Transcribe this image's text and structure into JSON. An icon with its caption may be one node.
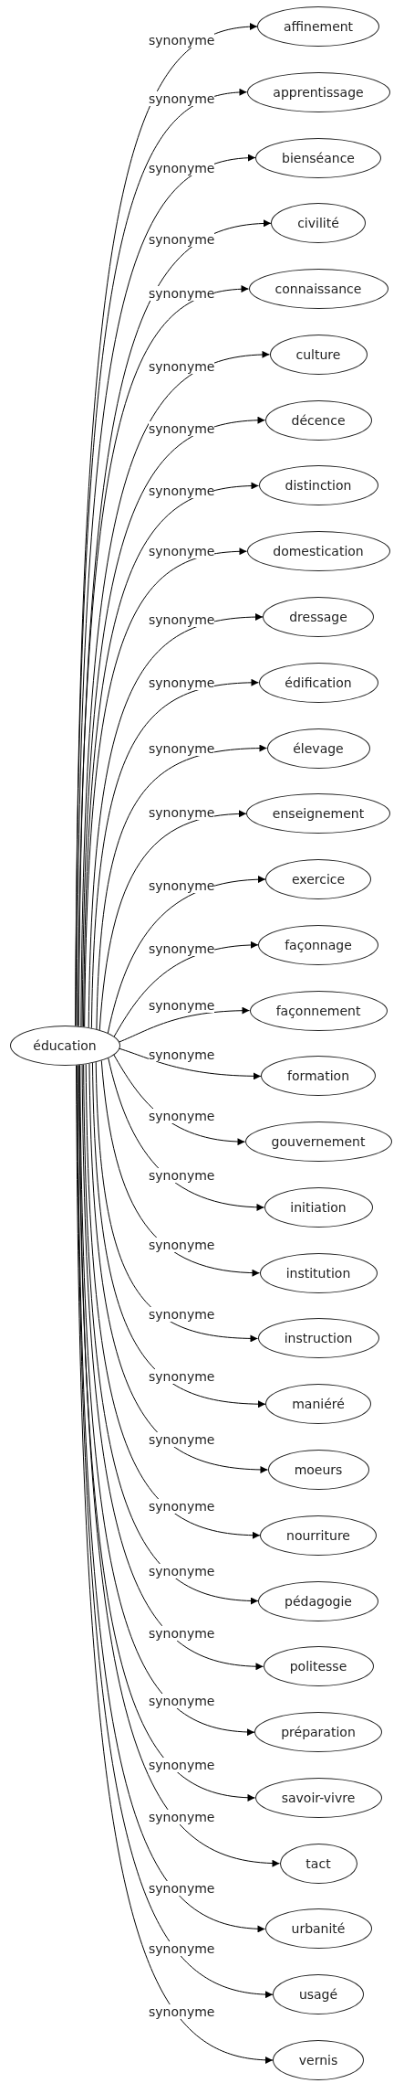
{
  "diagram": {
    "nodes": [
      {
        "text": [
          "éducation"
        ]
      },
      {
        "text": [
          "affinement"
        ]
      },
      {
        "text": [
          "apprentissage"
        ]
      },
      {
        "text": [
          "bienséance"
        ]
      },
      {
        "text": [
          "civilité"
        ]
      },
      {
        "text": [
          "connaissance"
        ]
      },
      {
        "text": [
          "culture"
        ]
      },
      {
        "text": [
          "décence"
        ]
      },
      {
        "text": [
          "distinction"
        ]
      },
      {
        "text": [
          "domestication"
        ]
      },
      {
        "text": [
          "dressage"
        ]
      },
      {
        "text": [
          "édification"
        ]
      },
      {
        "text": [
          "élevage"
        ]
      },
      {
        "text": [
          "enseignement"
        ]
      },
      {
        "text": [
          "exercice"
        ]
      },
      {
        "text": [
          "façonnage"
        ]
      },
      {
        "text": [
          "façonnement"
        ]
      },
      {
        "text": [
          "formation"
        ]
      },
      {
        "text": [
          "gouvernement"
        ]
      },
      {
        "text": [
          "initiation"
        ]
      },
      {
        "text": [
          "institution"
        ]
      },
      {
        "text": [
          "instruction"
        ]
      },
      {
        "text": [
          "maniéré"
        ]
      },
      {
        "text": [
          "moeurs"
        ]
      },
      {
        "text": [
          "nourriture"
        ]
      },
      {
        "text": [
          "pédagogie"
        ]
      },
      {
        "text": [
          "politesse"
        ]
      },
      {
        "text": [
          "préparation"
        ]
      },
      {
        "text": [
          "savoir-vivre"
        ]
      },
      {
        "text": [
          "tact"
        ]
      },
      {
        "text": [
          "urbanité"
        ]
      },
      {
        "text": [
          "usagé"
        ]
      },
      {
        "text": [
          "vernis"
        ]
      }
    ],
    "edges": [
      {
        "from": 0,
        "to": 1,
        "arrow": "to",
        "label": "synonyme"
      },
      {
        "from": 0,
        "to": 2,
        "arrow": "to",
        "label": "synonyme"
      },
      {
        "from": 0,
        "to": 3,
        "arrow": "to",
        "label": "synonyme"
      },
      {
        "from": 0,
        "to": 4,
        "arrow": "to",
        "label": "synonyme"
      },
      {
        "from": 0,
        "to": 5,
        "arrow": "to",
        "label": "synonyme"
      },
      {
        "from": 0,
        "to": 6,
        "arrow": "to",
        "label": "synonyme"
      },
      {
        "from": 0,
        "to": 7,
        "arrow": "to",
        "label": "synonyme"
      },
      {
        "from": 0,
        "to": 8,
        "arrow": "to",
        "label": "synonyme"
      },
      {
        "from": 0,
        "to": 9,
        "arrow": "to",
        "label": "synonyme"
      },
      {
        "from": 0,
        "to": 10,
        "arrow": "to",
        "label": "synonyme"
      },
      {
        "from": 0,
        "to": 11,
        "arrow": "to",
        "label": "synonyme"
      },
      {
        "from": 0,
        "to": 12,
        "arrow": "to",
        "label": "synonyme"
      },
      {
        "from": 0,
        "to": 13,
        "arrow": "to",
        "label": "synonyme"
      },
      {
        "from": 0,
        "to": 14,
        "arrow": "to",
        "label": "synonyme"
      },
      {
        "from": 0,
        "to": 15,
        "arrow": "to",
        "label": "synonyme"
      },
      {
        "from": 0,
        "to": 16,
        "arrow": "to",
        "label": "synonyme"
      },
      {
        "from": 0,
        "to": 17,
        "arrow": "to",
        "label": "synonyme"
      },
      {
        "from": 0,
        "to": 18,
        "arrow": "to",
        "label": "synonyme"
      },
      {
        "from": 0,
        "to": 19,
        "arrow": "to",
        "label": "synonyme"
      },
      {
        "from": 0,
        "to": 20,
        "arrow": "to",
        "label": "synonyme"
      },
      {
        "from": 0,
        "to": 21,
        "arrow": "to",
        "label": "synonyme"
      },
      {
        "from": 0,
        "to": 22,
        "arrow": "to",
        "label": "synonyme"
      },
      {
        "from": 0,
        "to": 23,
        "arrow": "to",
        "label": "synonyme"
      },
      {
        "from": 0,
        "to": 24,
        "arrow": "to",
        "label": "synonyme"
      },
      {
        "from": 0,
        "to": 25,
        "arrow": "to",
        "label": "synonyme"
      },
      {
        "from": 0,
        "to": 26,
        "arrow": "to",
        "label": "synonyme"
      },
      {
        "from": 0,
        "to": 27,
        "arrow": "to",
        "label": "synonyme"
      },
      {
        "from": 0,
        "to": 28,
        "arrow": "to",
        "label": "synonyme"
      },
      {
        "from": 0,
        "to": 29,
        "arrow": "to",
        "label": "synonyme"
      },
      {
        "from": 0,
        "to": 30,
        "arrow": "to",
        "label": "synonyme"
      },
      {
        "from": 0,
        "to": 31,
        "arrow": "to",
        "label": "synonyme"
      },
      {
        "from": 0,
        "to": 32,
        "arrow": "to",
        "label": "synonyme"
      }
    ]
  }
}
